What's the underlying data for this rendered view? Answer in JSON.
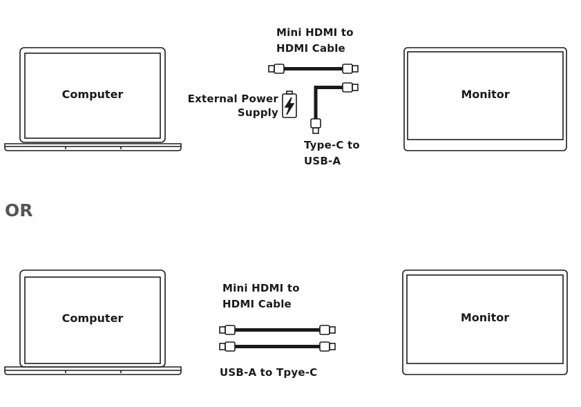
{
  "colors": {
    "stroke": "#1a1a1a",
    "or_text": "#555555",
    "background": "#ffffff"
  },
  "top_setup": {
    "laptop_label": "Computer",
    "monitor_label": "Monitor",
    "hdmi_cable_label": "Mini HDMI to\nHDMI Cable",
    "power_label": "External Power\nSupply",
    "power_icon": "battery-charging-icon",
    "typec_cable_label": "Type-C to\nUSB-A"
  },
  "separator": {
    "text": "OR"
  },
  "bottom_setup": {
    "laptop_label": "Computer",
    "monitor_label": "Monitor",
    "hdmi_cable_label": "Mini HDMI to\nHDMI Cable",
    "usb_cable_label": "USB-A to Tpye-C"
  }
}
